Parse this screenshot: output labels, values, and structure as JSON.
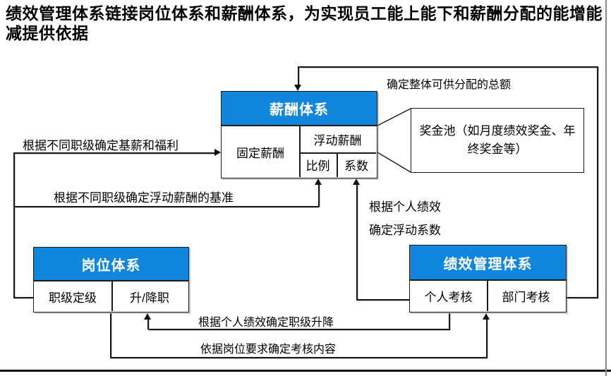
{
  "title": "绩效管理体系链接岗位体系和薪酬体系，为实现员工能上能下和薪酬分配的能增能减提供依据",
  "boxes": {
    "salary": {
      "header": "薪酬体系",
      "fixed": "固定薪酬",
      "floating": "浮动薪酬",
      "ratio": "比例",
      "coefficient": "系数"
    },
    "bonus": {
      "text": "奖金池（如月度绩效奖金、年终奖金等）"
    },
    "position": {
      "header": "岗位体系",
      "grading": "职级定级",
      "promotion": "升/降职"
    },
    "performance": {
      "header": "绩效管理体系",
      "individual": "个人考核",
      "department": "部门考核"
    }
  },
  "labels": {
    "total_pool": "确定整体可供分配的总额",
    "base_salary": "根据不同职级确定基薪和福利",
    "floating_base": "根据不同职级确定浮动薪酬的基准",
    "personal_perf_line1": "根据个人绩效",
    "personal_perf_line2": "确定浮动系数",
    "promotion_rule": "根据个人绩效确定职级升降",
    "assessment_content": "依据岗位要求确定考核内容"
  },
  "colors": {
    "header_bg": "#1086DC",
    "header_text": "#FFFFFF",
    "line": "#1A1A1A"
  }
}
